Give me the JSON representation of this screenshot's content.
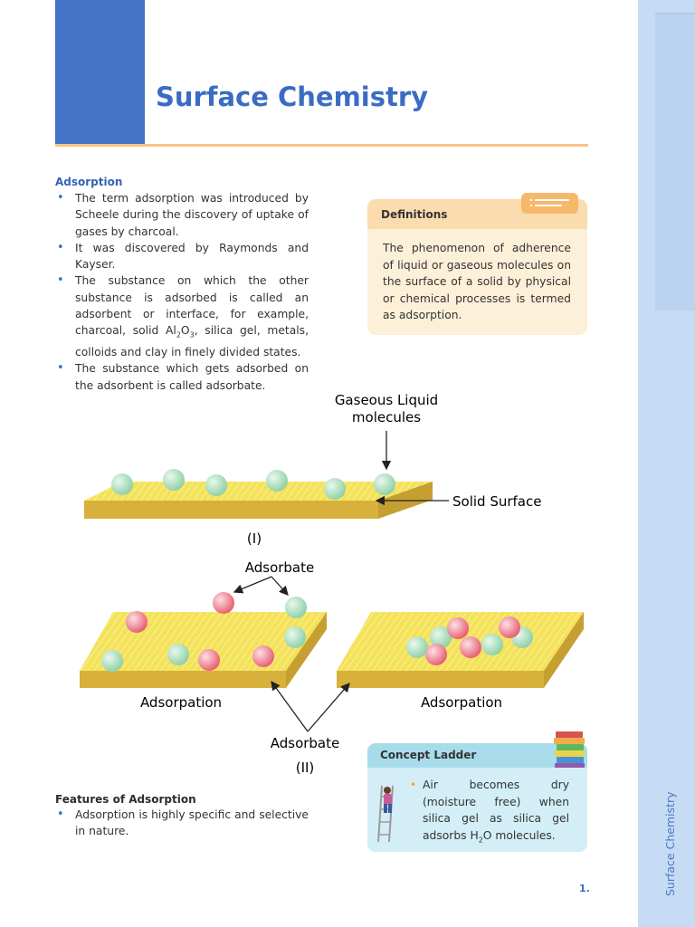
{
  "page": {
    "title": "Surface Chemistry",
    "sidebar_label": "Surface Chemistry",
    "page_number": "1."
  },
  "adsorption": {
    "heading": "Adsorption",
    "bullets": [
      "The term adsorption was introduced by Scheele during the discovery of uptake of gases by charcoal.",
      "It was discovered by Raymonds and Kayser.",
      "The substance on which the other substance is adsorbed is called an adsorbent or interface, for example, charcoal, solid ",
      "The substance which gets adsorbed on the adsorbent is called adsorbate."
    ],
    "bullet3_formula": {
      "main": "Al",
      "sub1": "2",
      "mid": "O",
      "sub2": "3"
    },
    "bullet3_tail": ",  silica gel, metals, colloids and clay in finely divided states."
  },
  "definitions": {
    "title": "Definitions",
    "text": "The phenomenon of adherence of liquid or gaseous molecules on the surface of a solid by physical or chemical processes is termed as adsorption."
  },
  "diagram": {
    "label_gas": "Gaseous Liquid",
    "label_molecules": "molecules",
    "label_solid": "Solid Surface",
    "label_fig1": "(I)",
    "label_adsorbate_top": "Adsorbate",
    "label_adsorption_left": "Adsorpation",
    "label_adsorption_right": "Adsorpation",
    "label_adsorbate_bottom": "Adsorbate",
    "label_fig2": "(II)",
    "colors": {
      "slab_top": "#f3e25a",
      "slab_front": "#d9b43f",
      "green_ball": "#9fd9b4",
      "red_ball": "#ee6f80"
    }
  },
  "features": {
    "heading": "Features of Adsorption",
    "bullets": [
      "Adsorption is highly specific and selective in nature."
    ]
  },
  "concept_ladder": {
    "title": "Concept Ladder",
    "text_before": "Air becomes dry (moisture free) when silica gel as silica gel adsorbs H",
    "sub": "2",
    "text_after": "O molecules."
  }
}
